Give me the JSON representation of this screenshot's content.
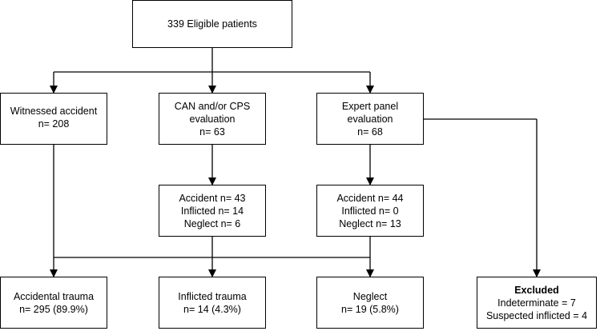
{
  "top": {
    "label": "339 Eligible patients"
  },
  "level1": {
    "witnessed": {
      "line1": "Witnessed accident",
      "line2": "n= 208"
    },
    "can_cps": {
      "line1": "CAN and/or CPS",
      "line2": "evaluation",
      "line3": "n= 63"
    },
    "expert": {
      "line1": "Expert panel",
      "line2": "evaluation",
      "line3": "n= 68"
    }
  },
  "level2": {
    "can_cps_outcome": {
      "accident": "Accident n= 43",
      "inflicted": "Inflicted n= 14",
      "neglect": "Neglect n= 6"
    },
    "expert_outcome": {
      "accident": "Accident n= 44",
      "inflicted": "Inflicted n= 0",
      "neglect": "Neglect n= 13"
    }
  },
  "results": {
    "accidental": {
      "line1": "Accidental trauma",
      "line2": "n= 295 (89.9%)"
    },
    "inflicted": {
      "line1": "Inflicted trauma",
      "line2": "n= 14 (4.3%)"
    },
    "neglect": {
      "line1": "Neglect",
      "line2": "n= 19 (5.8%)"
    },
    "excluded": {
      "title": "Excluded",
      "line1": "Indeterminate = 7",
      "line2": "Suspected inflicted = 4"
    }
  },
  "colors": {
    "line": "#000000",
    "box_border": "#000000",
    "background": "#ffffff"
  }
}
